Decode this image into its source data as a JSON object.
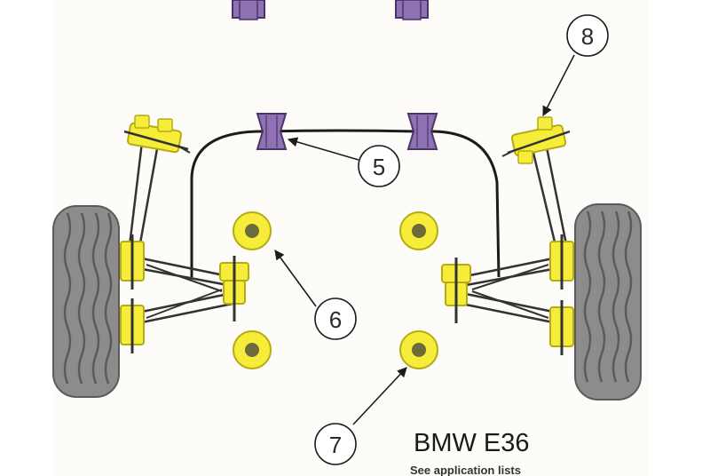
{
  "colors": {
    "page_bg": "#ffffff",
    "panel_bg": "#fdfcf8",
    "bush_yellow": "#f6ec3a",
    "bush_outline": "#b5ab12",
    "bush_center": "#6d6a3c",
    "purple_bush": "#8f72b4",
    "purple_outline": "#4b3468",
    "tyre": "#8c8c8c",
    "tyre_dark": "#5b5b5b",
    "line": "#1c1c1c",
    "arm": "#333333"
  },
  "callouts": [
    {
      "label": "5"
    },
    {
      "label": "6"
    },
    {
      "label": "7"
    },
    {
      "label": "8"
    }
  ],
  "model": {
    "title": "BMW E36",
    "subtitle": "See application lists"
  }
}
